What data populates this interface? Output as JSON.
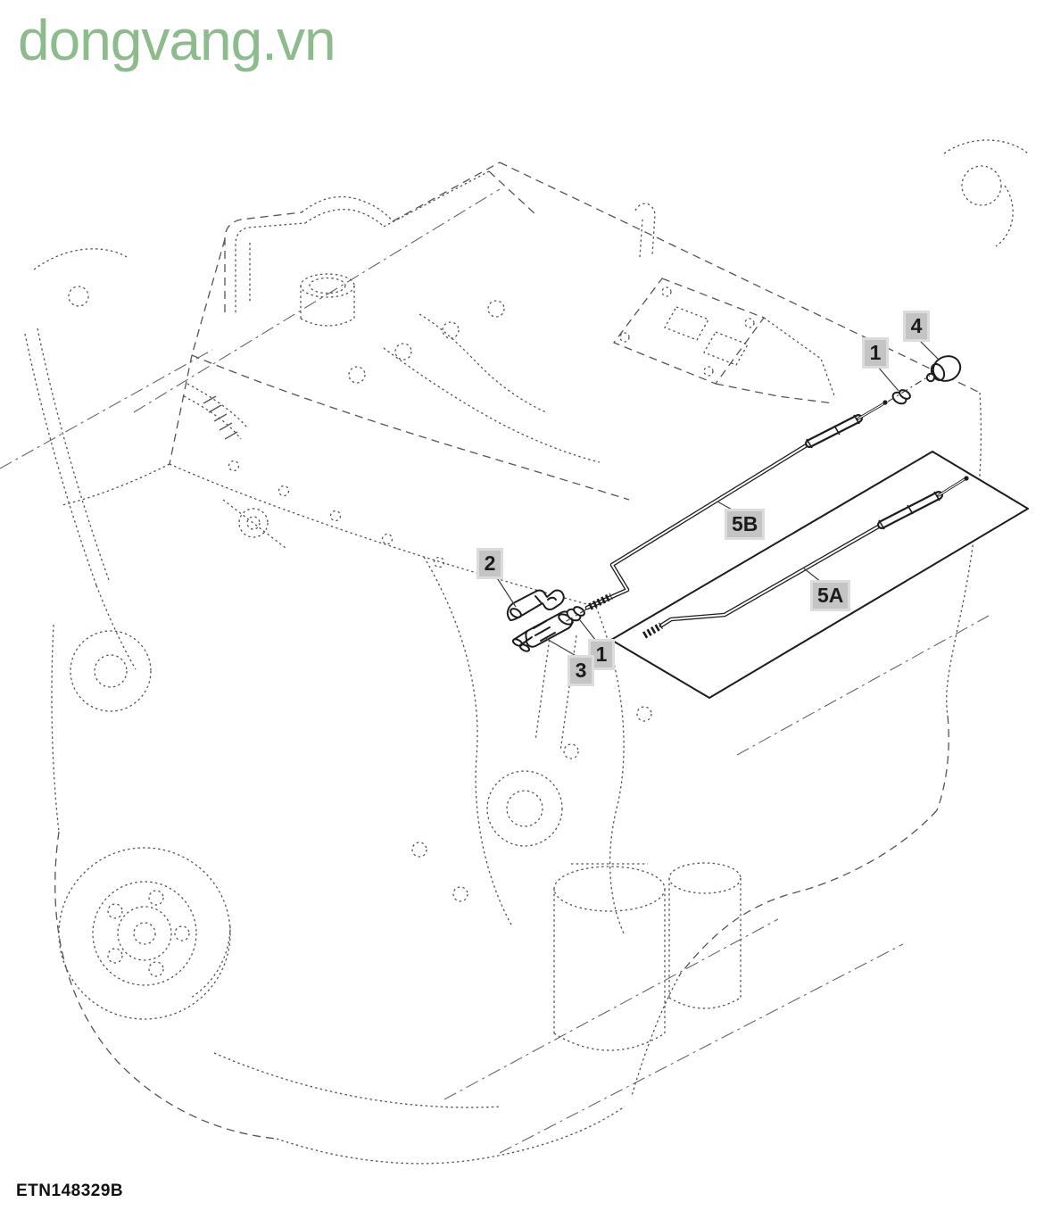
{
  "watermark": {
    "text": "dongvang.vn",
    "color": "#8cbc8c"
  },
  "figure_code": "ETN148329B",
  "diagram": {
    "callout_style": {
      "bg": "#c4c4c4",
      "border": "#dcdcdc",
      "fg": "#1c1c1c"
    },
    "callouts": [
      {
        "id": "1-top",
        "label": "1"
      },
      {
        "id": "4",
        "label": "4"
      },
      {
        "id": "2",
        "label": "2"
      },
      {
        "id": "1-mid",
        "label": "1"
      },
      {
        "id": "3",
        "label": "3"
      },
      {
        "id": "5B",
        "label": "5B"
      },
      {
        "id": "5A",
        "label": "5A"
      }
    ]
  }
}
